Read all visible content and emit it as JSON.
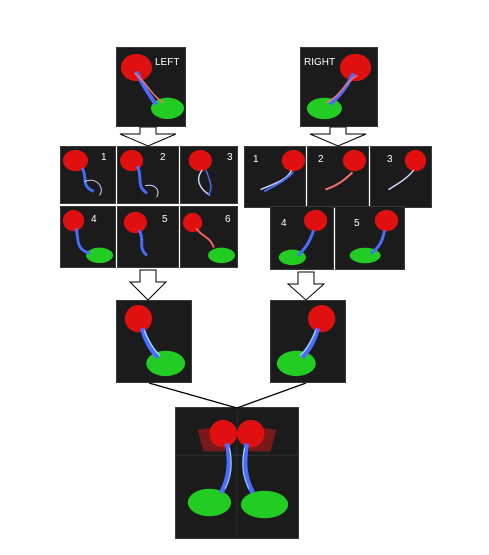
{
  "left_column": {
    "top_label": "LEFT",
    "tile_numbers": [
      "1",
      "2",
      "3",
      "4",
      "5",
      "6"
    ]
  },
  "right_column": {
    "top_label": "RIGHT",
    "tile_numbers": [
      "1",
      "2",
      "3",
      "4",
      "5"
    ]
  },
  "colors": {
    "region_red": "#e01010",
    "region_green": "#22cc22",
    "tract_blue": "#4a6cff",
    "background_dark": "#1b1b1b"
  }
}
